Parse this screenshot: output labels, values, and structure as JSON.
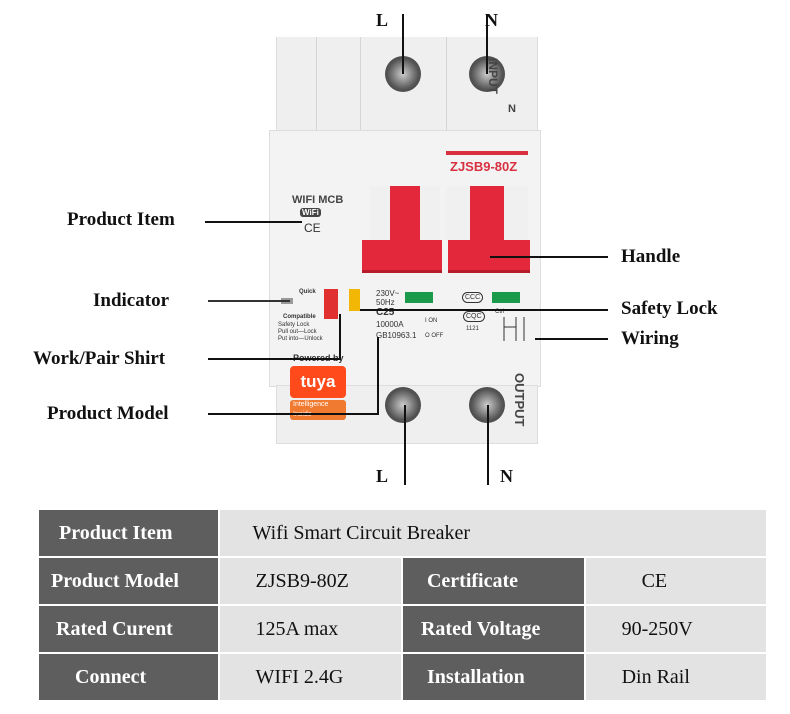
{
  "terminals": {
    "top_left": "L",
    "top_right": "N",
    "bottom_left": "L",
    "bottom_right": "N"
  },
  "callouts": {
    "product_item": "Product Item",
    "indicator": "Indicator",
    "work_pair": "Work/Pair Shirt",
    "product_model": "Product Model",
    "handle": "Handle",
    "safety_lock": "Safety Lock",
    "wiring": "Wiring"
  },
  "device": {
    "input": "INPUT",
    "input_n": "N",
    "output": "OUTPUT",
    "model": "ZJSB9-80Z",
    "wifi_mcb": "WIFI MCB",
    "wifi_badge": "WiFi",
    "ce": "CE",
    "quick": "Quick",
    "compatible": "Compatible",
    "safety_lock_text": "Safety Lock",
    "pull_out": "Pull out—Lock",
    "put_into": "Put into—Unlock",
    "voltage": "230V~",
    "freq": "50Hz",
    "rating": "C25",
    "breaking": "10000A",
    "standard": "GB10963.1",
    "on": "I ON",
    "off": "O OFF",
    "ccc": "CCC",
    "cqc": "CQC",
    "code": "1121",
    "ctrl": "Ctrl",
    "powered_by": "Powered by",
    "tuya": "tuya",
    "intelligence": "Intelligence",
    "inside": "Inside",
    "handle_color": "#e2283a",
    "lock_color": "#f2b705",
    "indicator_color": "#1a9a4a"
  },
  "spec_table": {
    "rows": [
      [
        {
          "k": "Product Item",
          "v": "Wifi Smart Circuit Breaker"
        }
      ],
      [
        {
          "k": "Product Model",
          "v": "ZJSB9-80Z"
        },
        {
          "k": "Certificate",
          "v": "CE"
        }
      ],
      [
        {
          "k": "Rated Curent",
          "v": "125A max"
        },
        {
          "k": "Rated Voltage",
          "v": "90-250V"
        }
      ],
      [
        {
          "k": "Connect",
          "v": "WIFI 2.4G"
        },
        {
          "k": "Installation",
          "v": "Din Rail"
        }
      ]
    ]
  }
}
